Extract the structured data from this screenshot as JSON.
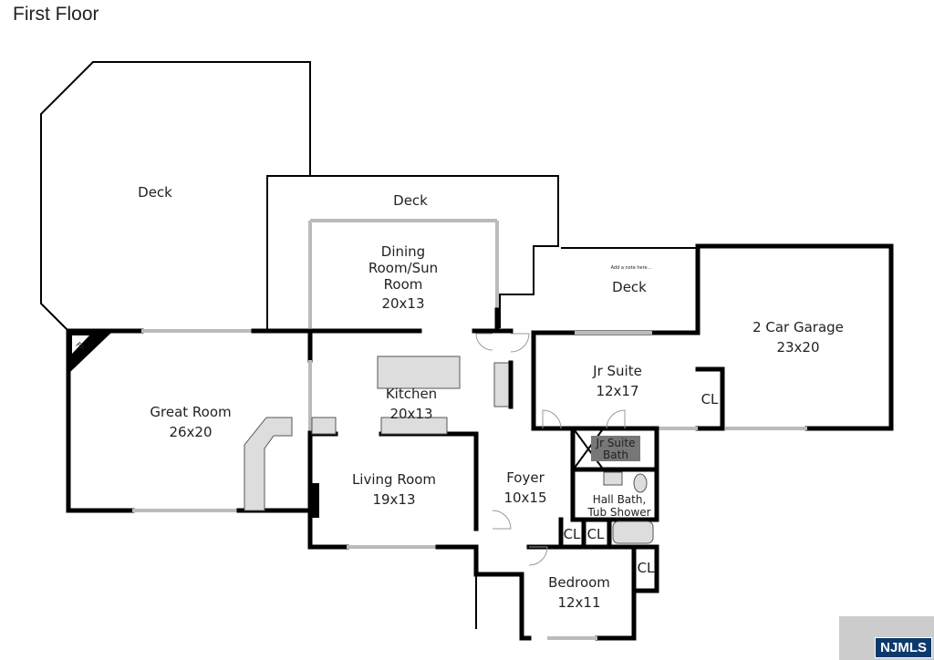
{
  "title": "First Floor",
  "rooms": {
    "deck_west": "Deck",
    "deck_center": "Deck",
    "deck_east": "Deck",
    "deck_note": "Add a note here...",
    "dining": [
      "Dining",
      "Room/Sun",
      "Room",
      "20x13"
    ],
    "garage": [
      "2 Car Garage",
      "23x20"
    ],
    "great_room": [
      "Great Room",
      "26x20"
    ],
    "kitchen": [
      "Kitchen",
      "20x13"
    ],
    "jr_suite": [
      "Jr Suite",
      "12x17"
    ],
    "jr_bath": [
      "Jr Suite",
      "Bath"
    ],
    "living": [
      "Living Room",
      "19x13"
    ],
    "foyer": [
      "Foyer",
      "10x15"
    ],
    "hall_bath": [
      "Hall Bath,",
      "Tub Shower"
    ],
    "bedroom": [
      "Bedroom",
      "12x11"
    ],
    "closet": "CL",
    "fireplace": "FP"
  },
  "watermark": "NJMLS"
}
